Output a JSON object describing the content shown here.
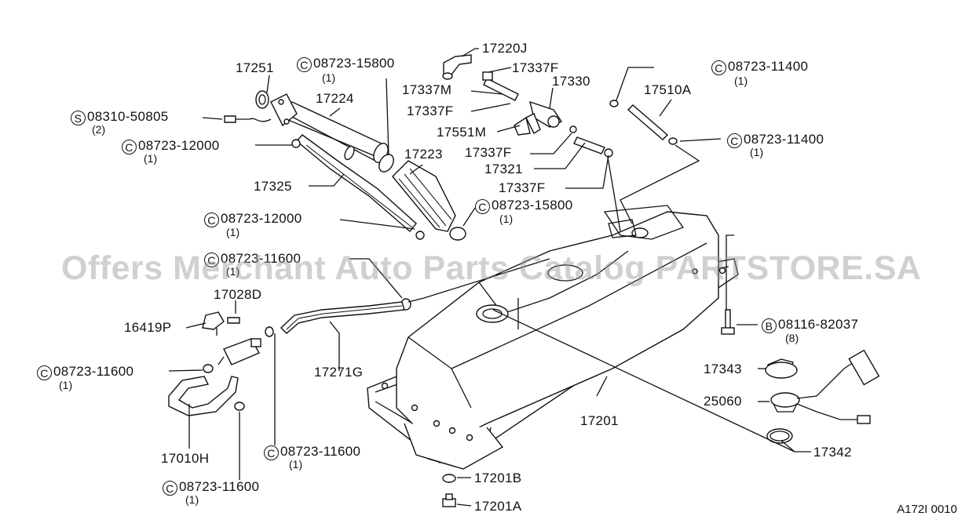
{
  "diagram": {
    "watermark": "Offers Merchant Auto Parts Catalog PARTSTORE.SA",
    "figure_id": "A172I 0010",
    "labels": {
      "l17220J": "17220J",
      "l17337F_a": "17337F",
      "l17330": "17330",
      "l17337M": "17337M",
      "l17337F_b": "17337F",
      "l17551M": "17551M",
      "l17337F_c": "17337F",
      "l17321": "17321",
      "l17337F_d": "17337F",
      "l17251": "17251",
      "l17224": "17224",
      "l17223": "17223",
      "l17325": "17325",
      "l17510A": "17510A",
      "l17028D": "17028D",
      "l16419P": "16419P",
      "l17271G": "17271G",
      "l17010H": "17010H",
      "l17201": "17201",
      "l17343": "17343",
      "l25060": "25060",
      "l17342": "17342",
      "l17201B": "17201B",
      "l17201A": "17201A"
    },
    "callouts": {
      "c15800a": {
        "mark": "C",
        "part": "08723-15800",
        "qty": "(1)"
      },
      "c11400a": {
        "mark": "C",
        "part": "08723-11400",
        "qty": "(1)"
      },
      "s50805": {
        "mark": "S",
        "part": "08310-50805",
        "qty": "(2)"
      },
      "c12000a": {
        "mark": "C",
        "part": "08723-12000",
        "qty": "(1)"
      },
      "c11400b": {
        "mark": "C",
        "part": "08723-11400",
        "qty": "(1)"
      },
      "c12000b": {
        "mark": "C",
        "part": "08723-12000",
        "qty": "(1)"
      },
      "c15800b": {
        "mark": "C",
        "part": "08723-15800",
        "qty": "(1)"
      },
      "c11600a": {
        "mark": "C",
        "part": "08723-11600",
        "qty": "(1)"
      },
      "b82037": {
        "mark": "B",
        "part": "08116-82037",
        "qty": "(8)"
      },
      "c11600b": {
        "mark": "C",
        "part": "08723-11600",
        "qty": "(1)"
      },
      "c11600c": {
        "mark": "C",
        "part": "08723-11600",
        "qty": "(1)"
      },
      "c11600d": {
        "mark": "C",
        "part": "08723-11600",
        "qty": "(1)"
      }
    }
  }
}
